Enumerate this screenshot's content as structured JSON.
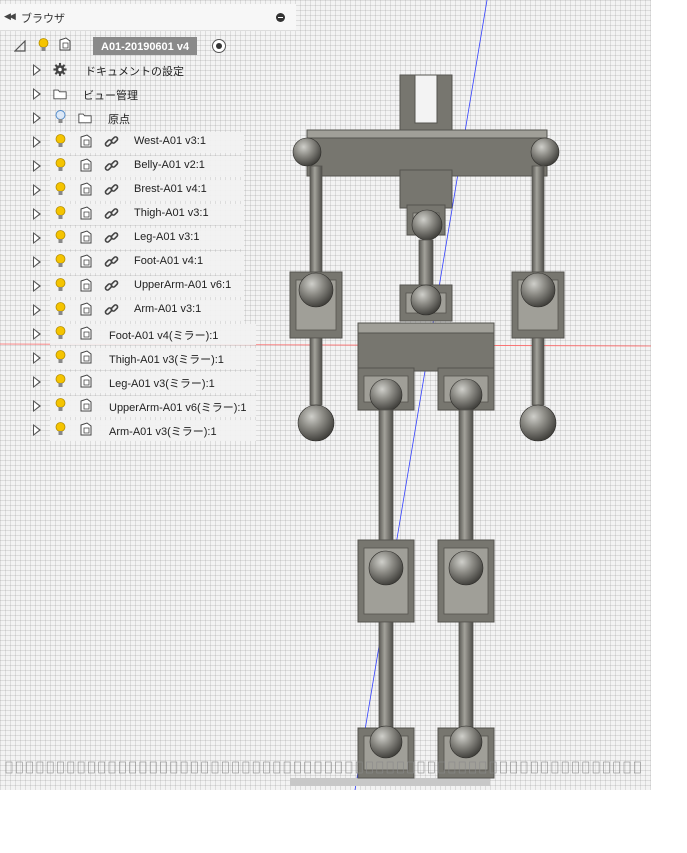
{
  "browser": {
    "title": "ブラウザ",
    "collapse_icon": "double-left-arrow-icon",
    "pin_icon": "panel-pin-icon"
  },
  "root": {
    "label": "A01-20190601 v4"
  },
  "items": [
    {
      "label": "ドキュメントの設定",
      "icon": "gear-icon"
    },
    {
      "label": "ビュー管理",
      "icon": "folder-icon"
    },
    {
      "label": "原点",
      "icon": "folder-icon"
    },
    {
      "label": "West-A01 v3:1",
      "linked": true
    },
    {
      "label": "Belly-A01 v2:1",
      "linked": true
    },
    {
      "label": "Brest-A01 v4:1",
      "linked": true
    },
    {
      "label": "Thigh-A01 v3:1",
      "linked": true
    },
    {
      "label": "Leg-A01 v3:1",
      "linked": true
    },
    {
      "label": "Foot-A01 v4:1",
      "linked": true
    },
    {
      "label": "UpperArm-A01 v6:1",
      "linked": true
    },
    {
      "label": "Arm-A01 v3:1",
      "linked": true
    },
    {
      "label": "Foot-A01 v4(ミラー):1",
      "linked": false
    },
    {
      "label": "Thigh-A01 v3(ミラー):1",
      "linked": false
    },
    {
      "label": "Leg-A01 v3(ミラー):1",
      "linked": false
    },
    {
      "label": "UpperArm-A01 v6(ミラー):1",
      "linked": false
    },
    {
      "label": "Arm-A01 v3(ミラー):1",
      "linked": false
    }
  ],
  "colors": {
    "model": "#77766f",
    "model_dark": "#55544f",
    "model_light": "#a09f98",
    "axis_blue": "#3340ff",
    "axis_red": "#ff6666",
    "bulb": "#f5c400"
  }
}
